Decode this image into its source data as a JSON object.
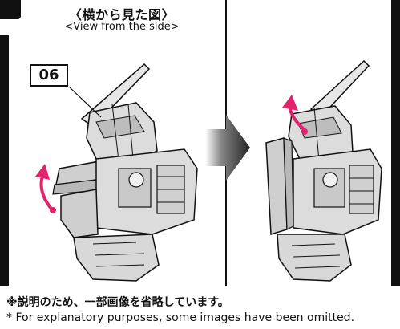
{
  "header": {
    "title_jp": "〈横から見た図〉",
    "title_en": "<View from the side>"
  },
  "callout": {
    "part_number": "06"
  },
  "footer": {
    "note_jp": "※説明のため、一部画像を省略しています。",
    "note_en": "* For explanatory purposes, some images have been omitted."
  },
  "colors": {
    "accent_arrow": "#e0236b",
    "ink": "#111111",
    "part_fill": "#d3d3d3"
  },
  "icons": {
    "step_arrow": "right-arrow-icon",
    "rotate_arrow": "curved-arrow-icon"
  }
}
